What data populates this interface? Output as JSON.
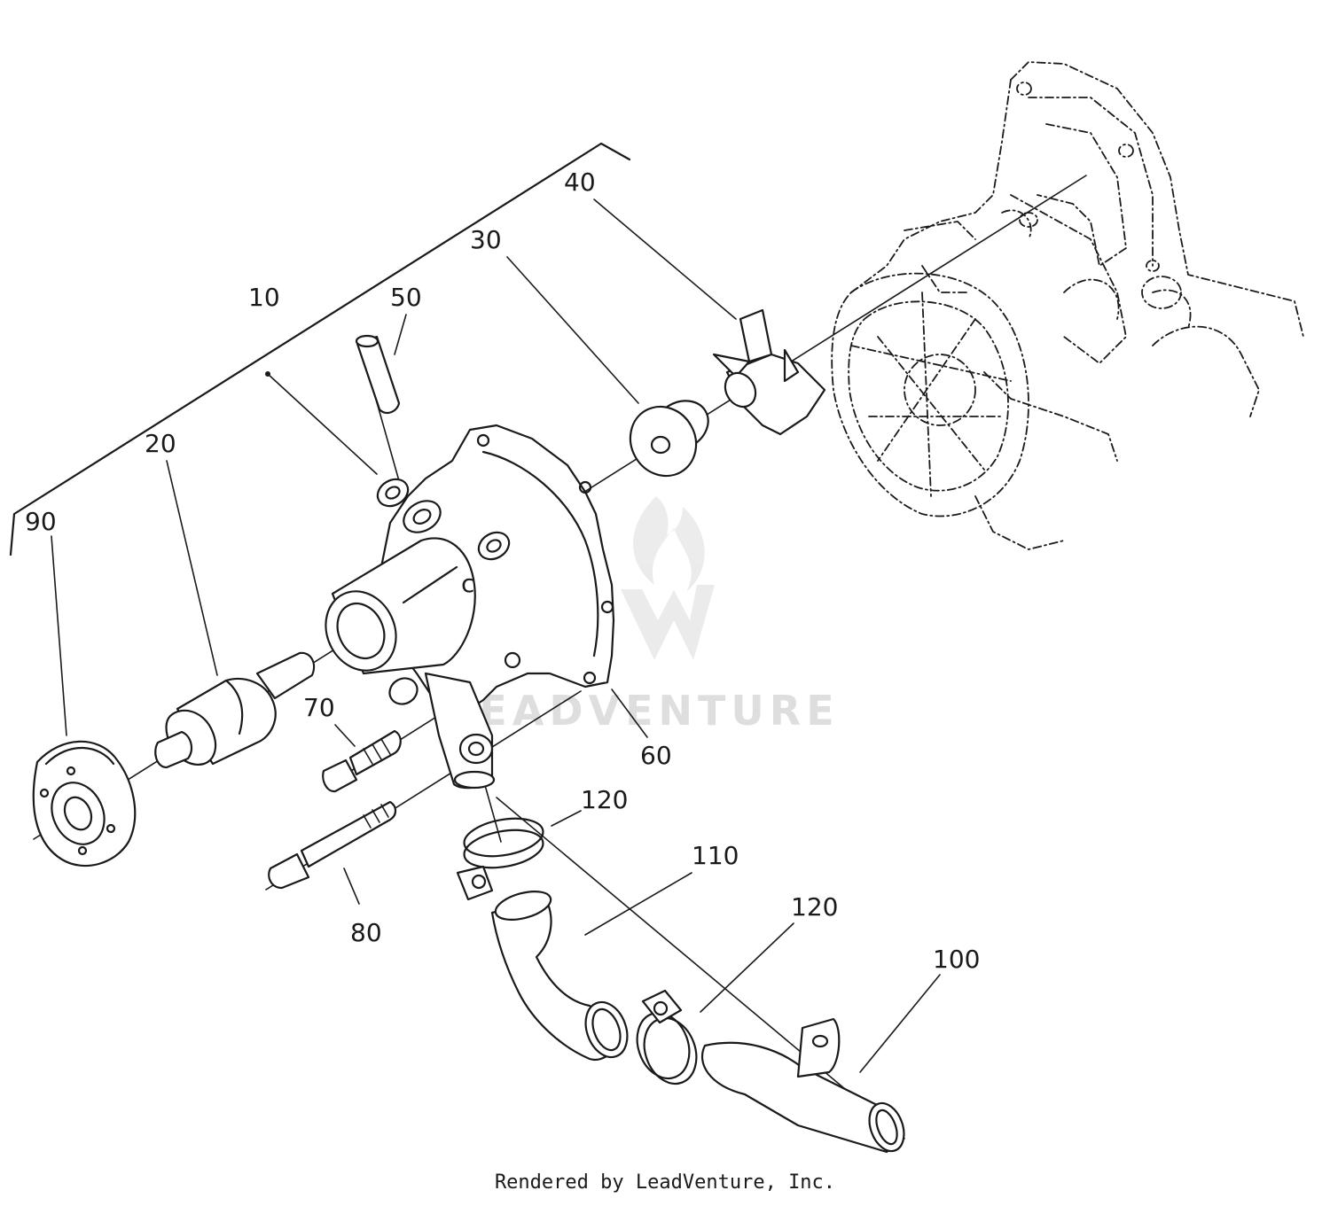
{
  "diagram": {
    "callouts": [
      {
        "id": "c10",
        "label": "10"
      },
      {
        "id": "c20",
        "label": "20"
      },
      {
        "id": "c30",
        "label": "30"
      },
      {
        "id": "c40",
        "label": "40"
      },
      {
        "id": "c50",
        "label": "50"
      },
      {
        "id": "c60",
        "label": "60"
      },
      {
        "id": "c70",
        "label": "70"
      },
      {
        "id": "c80",
        "label": "80"
      },
      {
        "id": "c90",
        "label": "90"
      },
      {
        "id": "c100",
        "label": "100"
      },
      {
        "id": "c110",
        "label": "110"
      },
      {
        "id": "c120a",
        "label": "120"
      },
      {
        "id": "c120b",
        "label": "120"
      }
    ],
    "watermark": "LEADVENTURE",
    "colors": {
      "line": "#1a1a1a",
      "watermark": "#d4d4d4",
      "background": "#ffffff"
    }
  },
  "footer": {
    "text": "Rendered by LeadVenture, Inc."
  }
}
